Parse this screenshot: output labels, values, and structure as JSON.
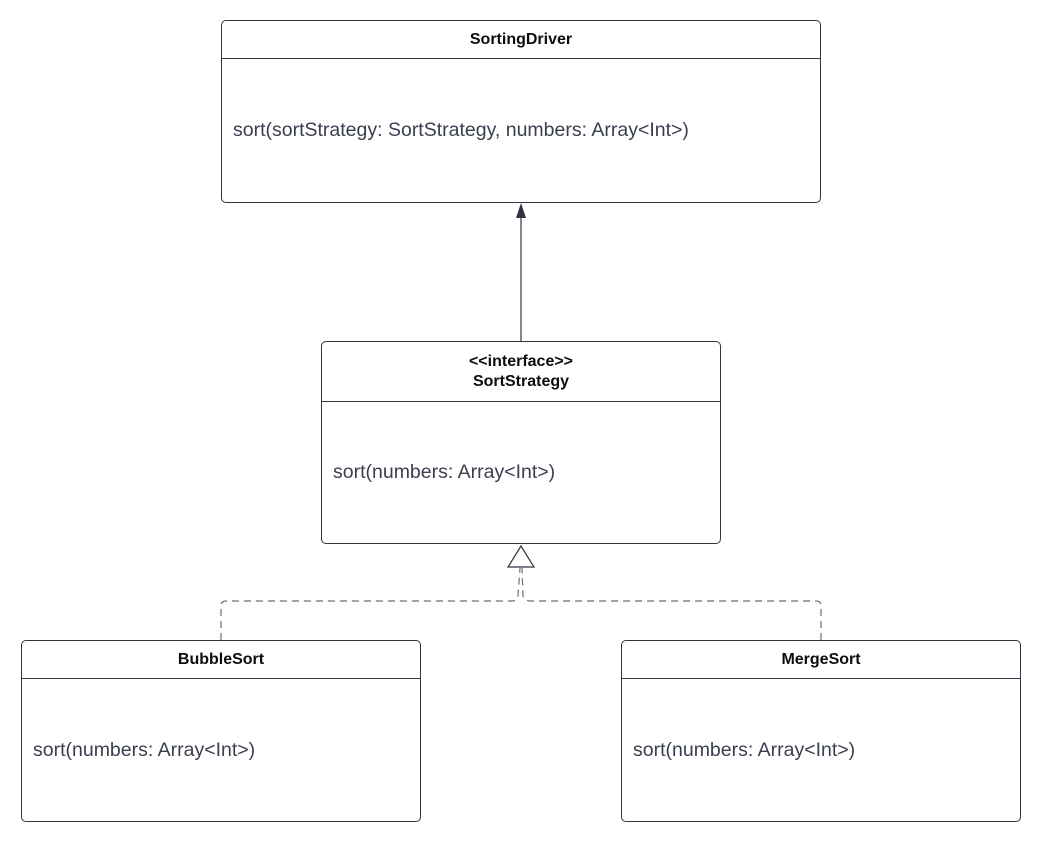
{
  "classes": {
    "driver": {
      "name": "SortingDriver",
      "method": "sort(sortStrategy: SortStrategy, numbers: Array<Int>)"
    },
    "strategy": {
      "stereotype": "<<interface>>",
      "name": "SortStrategy",
      "method": "sort(numbers: Array<Int>)"
    },
    "bubble": {
      "name": "BubbleSort",
      "method": "sort(numbers: Array<Int>)"
    },
    "merge": {
      "name": "MergeSort",
      "method": "sort(numbers: Array<Int>)"
    }
  },
  "relations": [
    {
      "from": "SortStrategy",
      "to": "SortingDriver",
      "kind": "association",
      "line": "solid"
    },
    {
      "from": "BubbleSort",
      "to": "SortStrategy",
      "kind": "realization",
      "line": "dashed"
    },
    {
      "from": "MergeSort",
      "to": "SortStrategy",
      "kind": "realization",
      "line": "dashed"
    }
  ],
  "colors": {
    "stroke": "#2f3440",
    "text": "#3a3f4f",
    "title": "#0c0d10",
    "dashed": "#6b6e75"
  }
}
